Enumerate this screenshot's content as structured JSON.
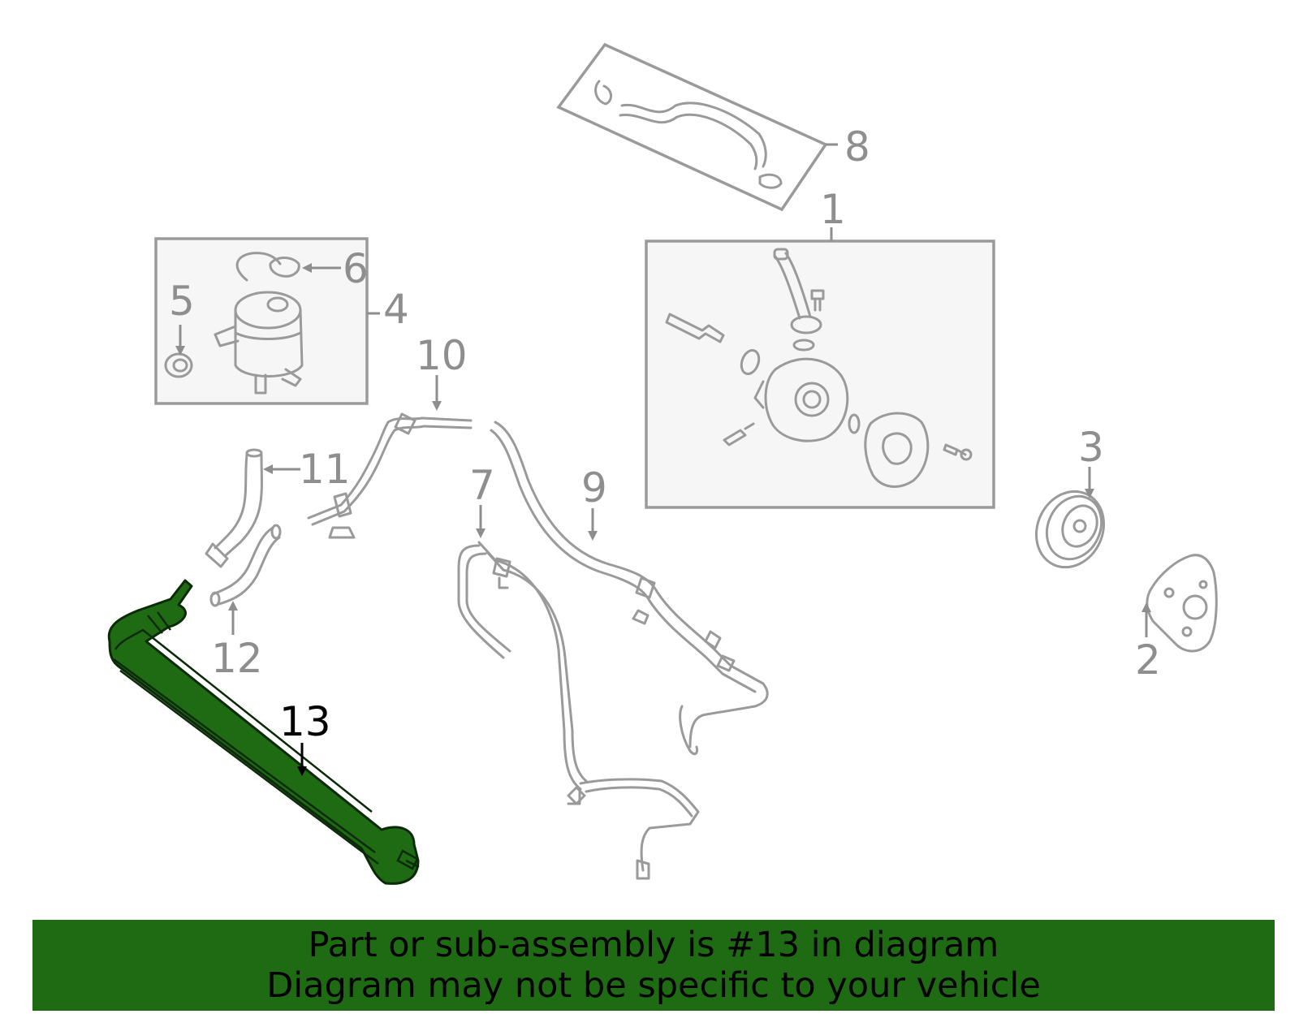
{
  "callouts": {
    "c1": "1",
    "c2": "2",
    "c3": "3",
    "c4": "4",
    "c5": "5",
    "c6": "6",
    "c7": "7",
    "c8": "8",
    "c9": "9",
    "c10": "10",
    "c11": "11",
    "c12": "12",
    "c13": "13"
  },
  "highlighted_part": "13",
  "banner": {
    "line1": "Part or sub-assembly is #13 in diagram",
    "line2": "Diagram may not be specific to your vehicle"
  },
  "colors": {
    "highlight": "#1f6b14",
    "banner_bg": "#1f6b14",
    "part_lines": "#9a9a9a",
    "callout_text": "#8e8e8e",
    "box_fill": "#f6f6f6"
  }
}
